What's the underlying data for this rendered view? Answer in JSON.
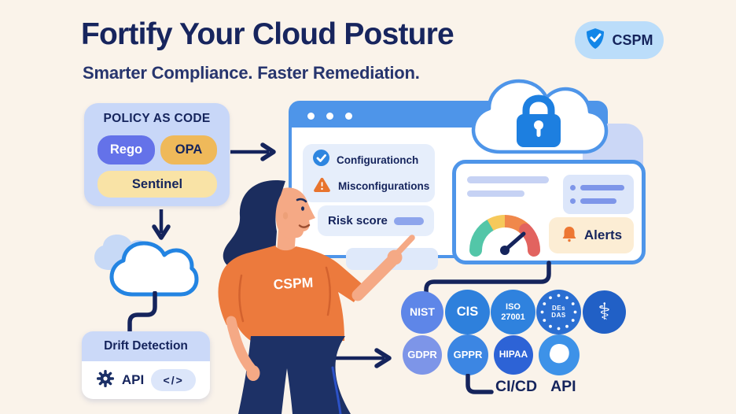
{
  "header": {
    "title": "Fortify Your Cloud Posture",
    "subtitle": "Smarter Compliance. Faster Remediation.",
    "badge_label": "CSPM"
  },
  "policy_box": {
    "title": "POLICY AS CODE",
    "pills": [
      {
        "label": "Rego",
        "color": "#6472E9"
      },
      {
        "label": "OPA",
        "color": "#EFB95A"
      },
      {
        "label": "Sentinel",
        "color": "#F9E3A6"
      }
    ]
  },
  "browser_window": {
    "checks": [
      {
        "label": "Configurationch",
        "icon": "check-circle"
      },
      {
        "label": "Misconfigurations",
        "icon": "warning-triangle"
      }
    ],
    "risk_label": "Risk score"
  },
  "dashboard_panel": {
    "alerts_label": "Alerts",
    "gauge_colors": [
      "#53C6A8",
      "#F6C95B",
      "#F0884B",
      "#E2635F"
    ]
  },
  "compliance_badges": {
    "row1": [
      {
        "label": "NIST"
      },
      {
        "label": "CIS"
      },
      {
        "label": "ISO",
        "label2": "27001"
      },
      {
        "label": "DEs",
        "label2": "DAS"
      },
      {
        "symbol": "⚕"
      }
    ],
    "row2": [
      {
        "label": "GDPR"
      },
      {
        "label": "GPPR"
      },
      {
        "label": "HIPAA"
      },
      {
        "icon": "blob-shield"
      }
    ]
  },
  "pipeline": {
    "cicd_label": "CI/CD",
    "api_label": "API"
  },
  "drift_box": {
    "title": "Drift Detection",
    "api_label": "API",
    "code_label": "</>"
  },
  "figure": {
    "shirt_label": "CSPM"
  },
  "colors": {
    "background": "#FAF3EA",
    "navy": "#15245C",
    "primary_blue": "#4E95E9",
    "orange": "#EC7A3D",
    "lock_blue": "#1D7FE0"
  }
}
